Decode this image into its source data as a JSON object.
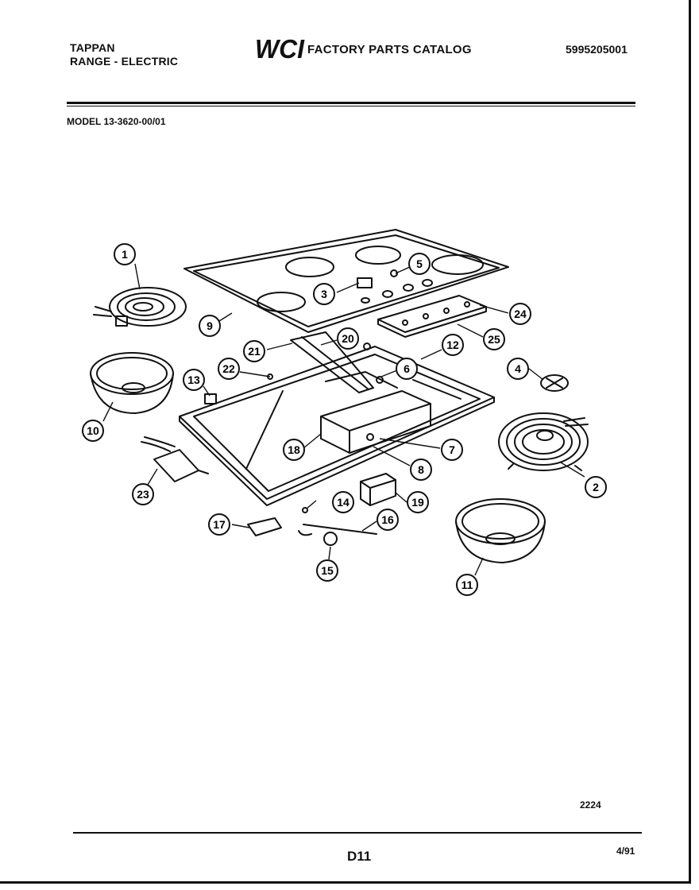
{
  "header": {
    "brand": "TAPPAN",
    "product": "RANGE - ELECTRIC",
    "logo_text": "WCI",
    "catalog_title": "FACTORY PARTS CATALOG",
    "catalog_number": "5995205001",
    "model": "MODEL 13-3620-00/01"
  },
  "callouts": [
    {
      "id": "callout-1",
      "label": "1"
    },
    {
      "id": "callout-2",
      "label": "2"
    },
    {
      "id": "callout-3",
      "label": "3"
    },
    {
      "id": "callout-4",
      "label": "4"
    },
    {
      "id": "callout-5",
      "label": "5"
    },
    {
      "id": "callout-6",
      "label": "6"
    },
    {
      "id": "callout-7",
      "label": "7"
    },
    {
      "id": "callout-8",
      "label": "8"
    },
    {
      "id": "callout-9",
      "label": "9"
    },
    {
      "id": "callout-10",
      "label": "10"
    },
    {
      "id": "callout-11",
      "label": "11"
    },
    {
      "id": "callout-12",
      "label": "12"
    },
    {
      "id": "callout-13",
      "label": "13"
    },
    {
      "id": "callout-14",
      "label": "14"
    },
    {
      "id": "callout-15",
      "label": "15"
    },
    {
      "id": "callout-16",
      "label": "16"
    },
    {
      "id": "callout-17",
      "label": "17"
    },
    {
      "id": "callout-18",
      "label": "18"
    },
    {
      "id": "callout-19",
      "label": "19"
    },
    {
      "id": "callout-20",
      "label": "20"
    },
    {
      "id": "callout-21",
      "label": "21"
    },
    {
      "id": "callout-22",
      "label": "22"
    },
    {
      "id": "callout-23",
      "label": "23"
    },
    {
      "id": "callout-24",
      "label": "24"
    },
    {
      "id": "callout-25",
      "label": "25"
    }
  ],
  "footer": {
    "drawing_number": "2224",
    "page": "D11",
    "date": "4/91"
  }
}
